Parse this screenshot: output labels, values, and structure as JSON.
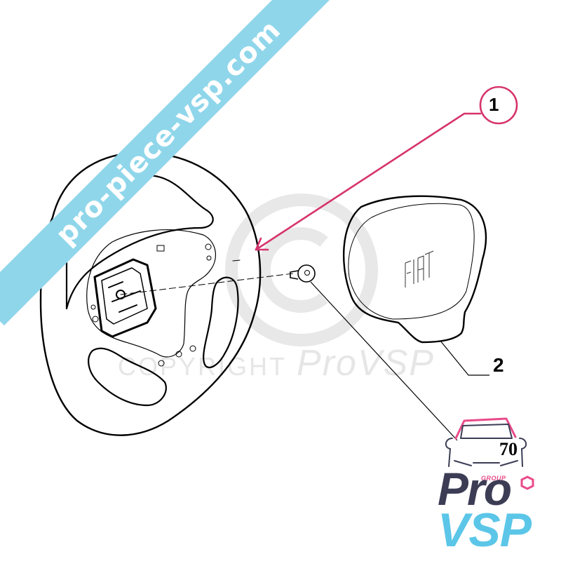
{
  "diagram": {
    "type": "exploded parts diagram",
    "subject": "Steering wheel with airbag cover",
    "watermark_banner": "pro-piece-vsp.com",
    "watermark_copyright": "COPYRIGHT",
    "watermark_brand": "ProVSP",
    "airbag_emblem": "FIAT",
    "callouts": [
      {
        "id": "1",
        "label": "1",
        "target": "steering wheel",
        "color": "#d6336c",
        "circled": true
      },
      {
        "id": "2",
        "label": "2",
        "target": "airbag cover",
        "color": "#000000",
        "circled": false
      },
      {
        "id": "70",
        "label": "70",
        "target": "screw",
        "color": "#000000",
        "circled": false
      }
    ]
  },
  "logo": {
    "group": "GROUP",
    "line1": "Pro",
    "line2": "VSP",
    "colors": {
      "pink": "#e94b8a",
      "dark": "#3c3d55",
      "blue": "#5bc6e8"
    }
  },
  "colors": {
    "banner": "#8fd6ea",
    "callout_pink": "#d6336c",
    "watermark_gray": "#e6e6e6"
  }
}
